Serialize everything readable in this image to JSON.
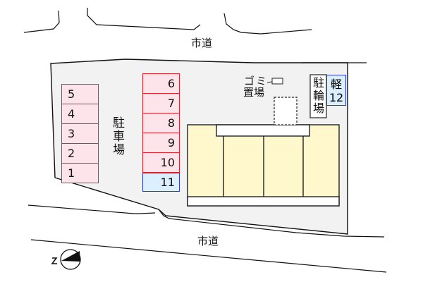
{
  "roads": {
    "top_label": "市道",
    "bottom_label": "市道"
  },
  "parking": {
    "label": "駐車場",
    "left_column": [
      {
        "number": "5",
        "type": "standard"
      },
      {
        "number": "4",
        "type": "standard"
      },
      {
        "number": "3",
        "type": "standard"
      },
      {
        "number": "2",
        "type": "standard"
      },
      {
        "number": "1",
        "type": "standard"
      }
    ],
    "right_column": [
      {
        "number": "6",
        "type": "standard"
      },
      {
        "number": "7",
        "type": "standard"
      },
      {
        "number": "8",
        "type": "standard"
      },
      {
        "number": "9",
        "type": "standard"
      },
      {
        "number": "10",
        "type": "standard"
      },
      {
        "number": "11",
        "type": "light"
      }
    ],
    "kei_slot": {
      "label": "軽",
      "number": "12",
      "type": "light"
    }
  },
  "garbage": {
    "label_line1": "ゴミ",
    "label_line2": "置場"
  },
  "bicycle_parking": {
    "label": "駐輪場"
  },
  "compass": {
    "north_label": "N"
  },
  "colors": {
    "standard_fill": "#fde3ea",
    "standard_border": "#e0252f",
    "light_fill": "#dcefff",
    "light_border": "#2a3bd6",
    "building_fill": "#fff8cc",
    "lot_fill": "#f2f2f2"
  }
}
